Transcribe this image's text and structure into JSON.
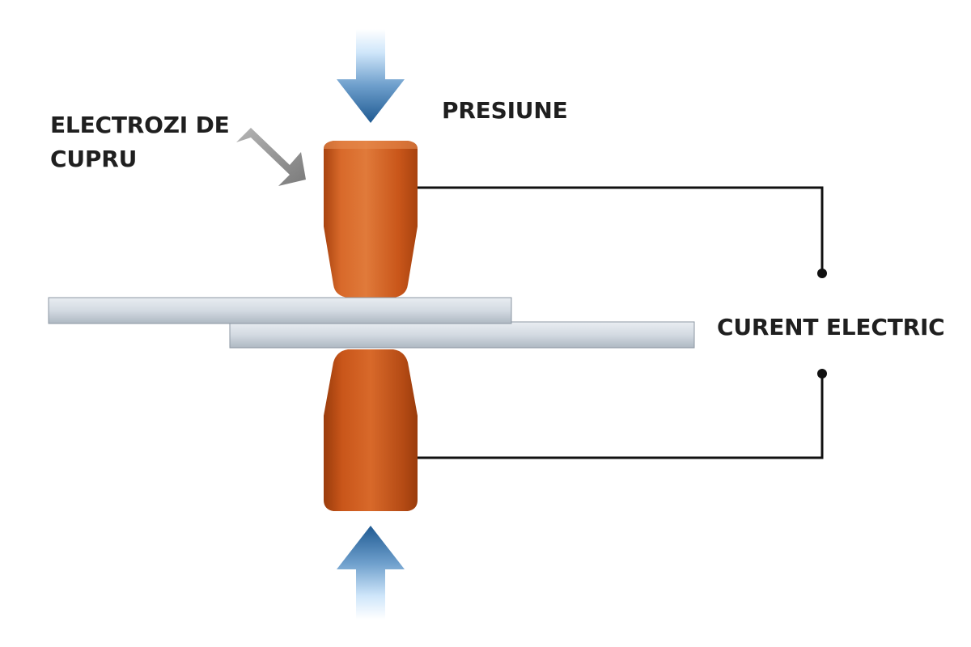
{
  "labels": {
    "pressure": "PRESIUNE",
    "electrodes_line1": "ELECTROZI DE",
    "electrodes_line2": "CUPRU",
    "current": "CURENT ELECTRIC"
  },
  "colors": {
    "electrode_light": "#E07A3A",
    "electrode_mid": "#C9561A",
    "electrode_dark": "#A8430F",
    "pressure_arrow_dark": "#1F5A92",
    "pressure_arrow_light": "#CFE6FA",
    "pointer_arrow": "#8A8A8A",
    "sheet_light": "#E4E9EF",
    "sheet_dark": "#AEB8C2",
    "sheet_edge": "#7F8A96",
    "wire": "#111111"
  },
  "icons": {
    "pressure_top": "arrow-down-icon",
    "pressure_bottom": "arrow-up-icon",
    "electrode_pointer": "arrow-down-right-icon"
  }
}
